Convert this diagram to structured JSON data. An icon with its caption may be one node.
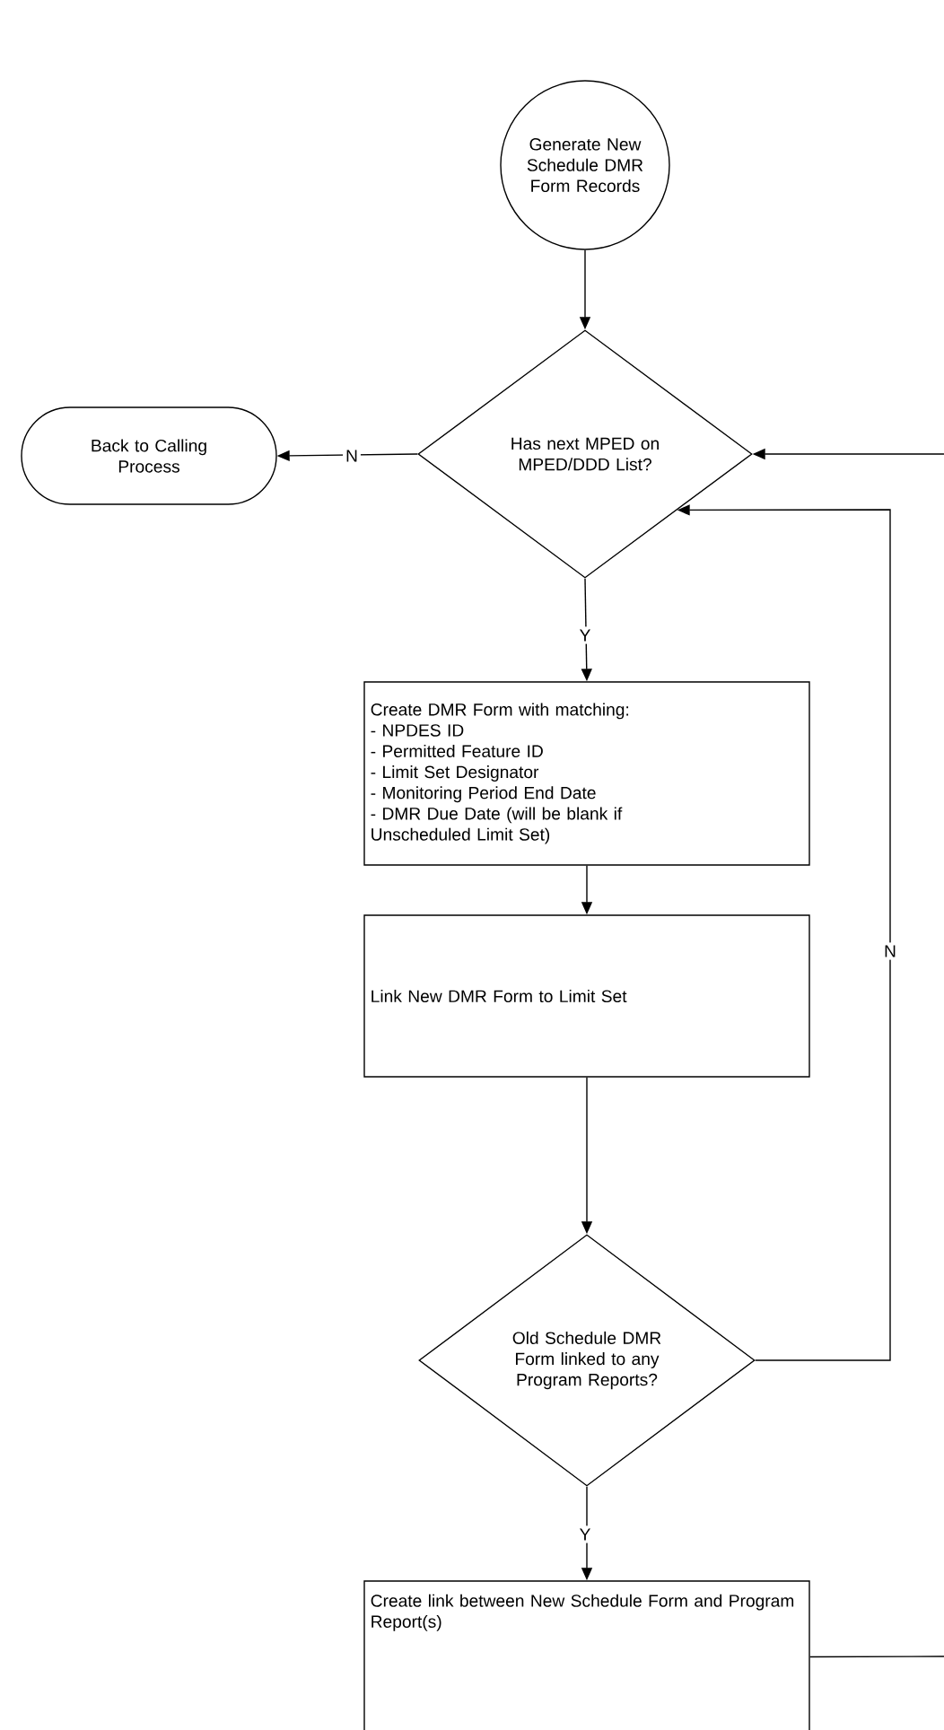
{
  "diagram": {
    "nodes": [
      {
        "text": [
          "Generate New Schedule DMR Form Records"
        ]
      },
      {
        "text": [
          "Has next MPED on MPED/DDD List?"
        ]
      },
      {
        "text": [
          "Back to Calling Process"
        ]
      },
      {
        "text": [
          "Create DMR Form with matching:",
          "- NPDES ID",
          "- Permitted Feature ID",
          "- Limit Set Designator",
          "- Monitoring Period End Date",
          "- DMR Due Date (will be blank if Unscheduled Limit Set)"
        ]
      },
      {
        "text": [
          "Link New DMR Form to Limit Set"
        ]
      },
      {
        "text": [
          "Old Schedule DMR Form linked to any Program Reports?"
        ]
      },
      {
        "text": [
          "Create link between New Schedule Form and Program Report(s)"
        ]
      }
    ],
    "edges": [
      {
        "from": 0,
        "to": 1,
        "arrow": "to"
      },
      {
        "from": 1,
        "to": 2,
        "arrow": "to",
        "label": "N"
      },
      {
        "from": 1,
        "to": 3,
        "arrow": "to",
        "label": "Y"
      },
      {
        "from": 3,
        "to": 4,
        "arrow": "to"
      },
      {
        "from": 4,
        "to": 5,
        "arrow": "to"
      },
      {
        "from": 5,
        "to": 1,
        "arrow": "to",
        "label": "N"
      },
      {
        "from": 5,
        "to": 6,
        "arrow": "to",
        "label": "Y"
      },
      {
        "from": 6,
        "to": 1,
        "arrow": "to"
      }
    ]
  }
}
